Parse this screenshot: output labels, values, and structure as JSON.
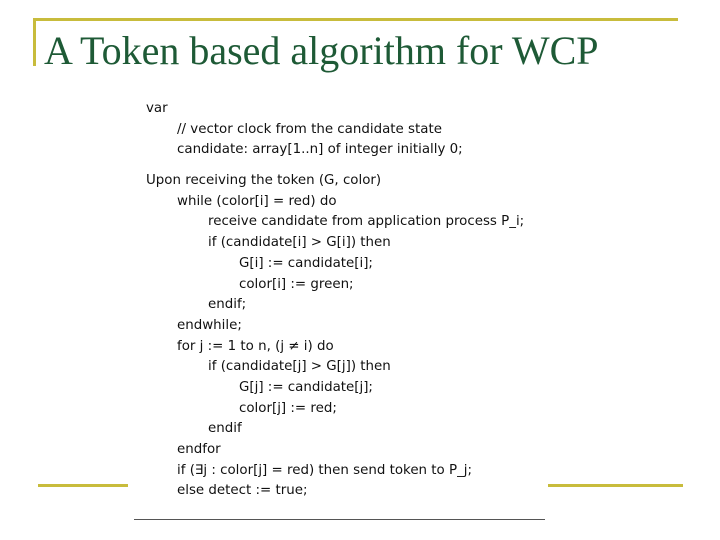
{
  "slide": {
    "title": "A Token based algorithm for WCP"
  },
  "code": {
    "lines": [
      "var",
      "// vector clock from the candidate state",
      "candidate: array[1..n] of integer initially 0;",
      "Upon receiving the token (G, color)",
      "while (color[i] = red) do",
      "receive candidate from application process P_i;",
      "if (candidate[i] > G[i]) then",
      "G[i] := candidate[i];",
      "color[i] := green;",
      "endif;",
      "endwhile;",
      "for j := 1 to n, (j ≠ i) do",
      "if (candidate[j] > G[j]) then",
      "G[j] := candidate[j];",
      "color[j] := red;",
      "endif",
      "endfor",
      "if (∃j : color[j] = red) then send token to P_j;",
      "else detect := true;"
    ]
  },
  "colors": {
    "title": "#1e5a36",
    "rule": "#c8bc3c"
  }
}
